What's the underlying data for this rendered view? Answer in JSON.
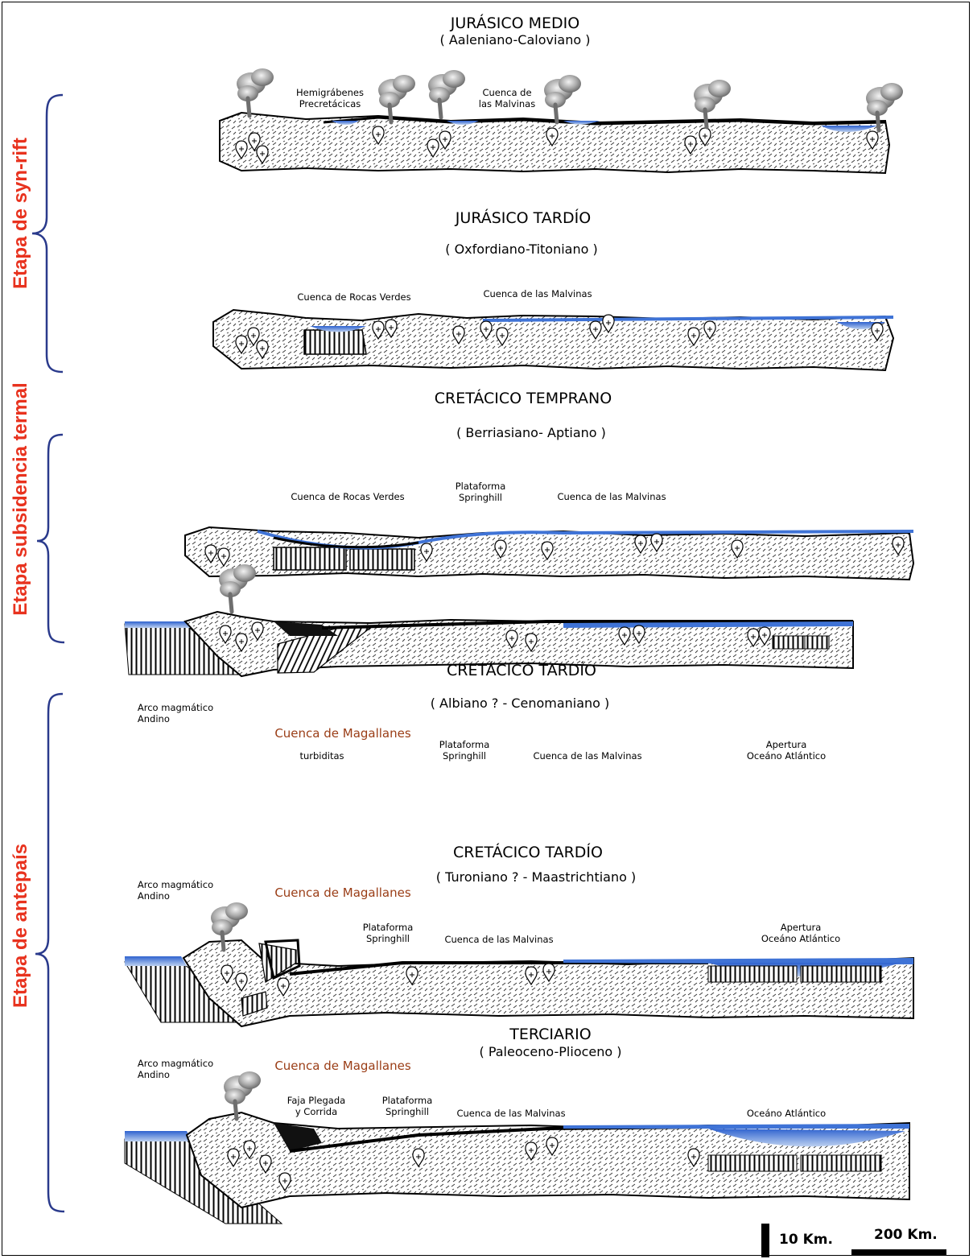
{
  "stages": [
    {
      "key": "synrift",
      "text": "Etapa de syn-rift"
    },
    {
      "key": "thermal",
      "text": "Etapa subsidencia termal"
    },
    {
      "key": "foreland",
      "text": "Etapa de antepaís"
    }
  ],
  "sections": [
    {
      "title": "JURÁSICO MEDIO",
      "subtitle": "( Aaleniano-Caloviano )",
      "labels": [
        {
          "line1": "Hemigrábenes",
          "line2": "Precretácicas"
        },
        {
          "line1": "Cuenca de",
          "line2": "las Malvinas"
        }
      ]
    },
    {
      "title": "JURÁSICO TARDÍO",
      "subtitle": "( Oxfordiano-Titoniano )",
      "labels": [
        {
          "line1": "Cuenca de Rocas Verdes"
        },
        {
          "line1": "Cuenca de las Malvinas"
        }
      ]
    },
    {
      "title": "CRETÁCICO TEMPRANO",
      "subtitle": "( Berriasiano- Aptiano )",
      "labels": [
        {
          "line1": "Cuenca de Rocas Verdes"
        },
        {
          "line1": "Plataforma",
          "line2": "Springhill"
        },
        {
          "line1": "Cuenca de las Malvinas"
        }
      ]
    },
    {
      "title": "CRETÁCICO TARDÍO",
      "subtitle": "( Albiano ? - Cenomaniano )",
      "labels": [
        {
          "line1": "Arco magmático",
          "line2": "Andino"
        },
        {
          "line1": "turbiditas"
        },
        {
          "line1": "Plataforma",
          "line2": "Springhill"
        },
        {
          "line1": "Cuenca de las Malvinas"
        },
        {
          "line1": "Apertura",
          "line2": "Oceáno Atlántico"
        }
      ],
      "basin": "Cuenca de Magallanes"
    },
    {
      "title": "CRETÁCICO TARDÍO",
      "subtitle": "( Turoniano ? - Maastrichtiano )",
      "labels": [
        {
          "line1": "Arco magmático",
          "line2": "Andino"
        },
        {
          "line1": "Plataforma",
          "line2": "Springhill"
        },
        {
          "line1": "Cuenca de las Malvinas"
        },
        {
          "line1": "Apertura",
          "line2": "Oceáno Atlántico"
        }
      ],
      "basin": "Cuenca de Magallanes"
    },
    {
      "title": "TERCIARIO",
      "subtitle": "( Paleoceno-Plioceno )",
      "labels": [
        {
          "line1": "Arco magmático",
          "line2": "Andino"
        },
        {
          "line1": "Faja Plegada",
          "line2": "y Corrida"
        },
        {
          "line1": "Plataforma",
          "line2": "Springhill"
        },
        {
          "line1": "Cuenca de las Malvinas"
        },
        {
          "line1": "Oceáno Atlántico"
        }
      ],
      "basin": "Cuenca de Magallanes"
    }
  ],
  "scale": {
    "vertical": "10 Km.",
    "horizontal": "200 Km."
  },
  "colors": {
    "stage_label": "#e8321e",
    "bracket": "#2a3a8c",
    "water": "#3f73d6",
    "basin_label": "#9a3d16"
  }
}
